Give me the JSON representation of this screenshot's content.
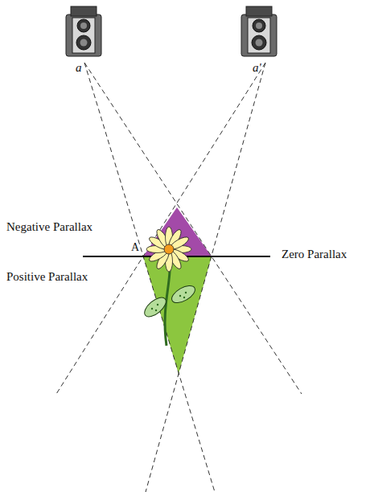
{
  "diagram": {
    "labels": [
      "a",
      "a'",
      "Negative Parallax",
      "A",
      "Zero Parallax",
      "Positive Parallax"
    ]
  }
}
